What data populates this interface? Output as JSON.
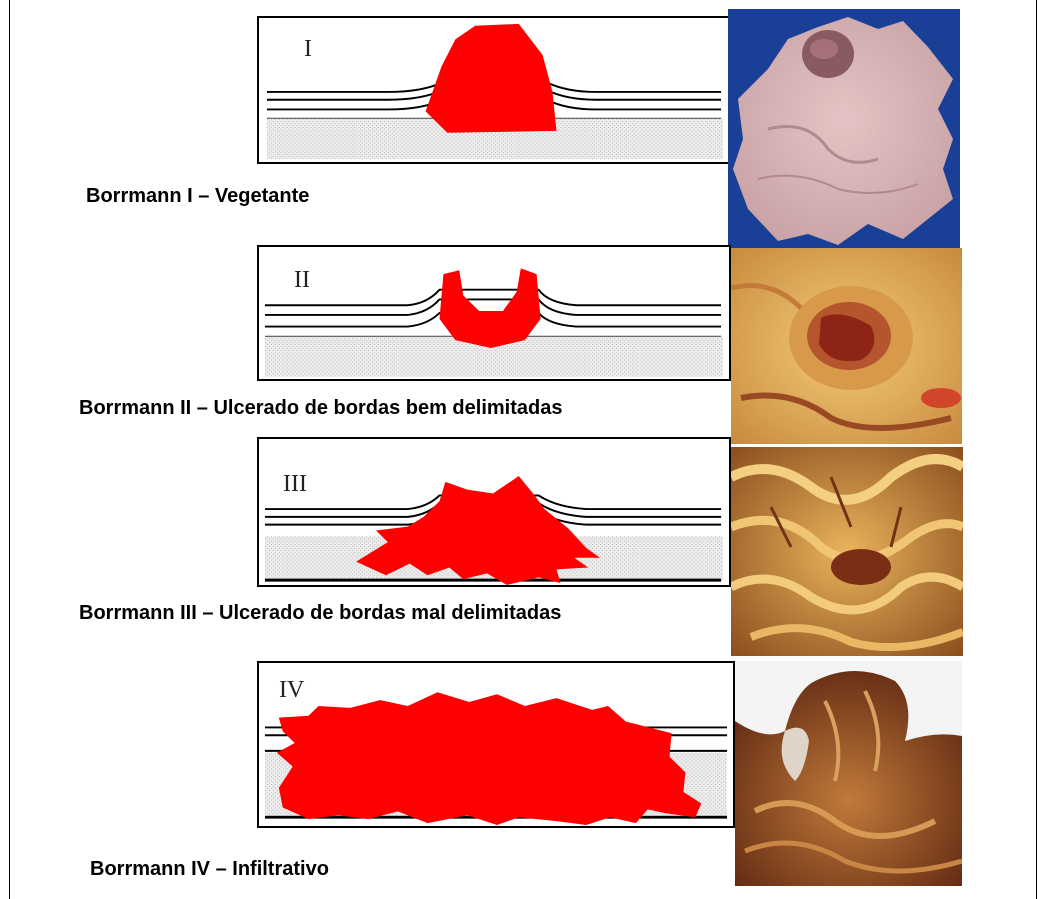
{
  "colors": {
    "tumor": "#ff0000",
    "submucosa": "#e3e3e3",
    "line": "#000000"
  },
  "panels": [
    {
      "numeral": "I",
      "caption": "Borrmann I – Vegetante",
      "photo_icon": "stomach-specimen-polypoid"
    },
    {
      "numeral": "II",
      "caption": "Borrmann II – Ulcerado de bordas bem delimitadas",
      "photo_icon": "stomach-specimen-ulcer"
    },
    {
      "numeral": "III",
      "caption": "Borrmann III – Ulcerado de bordas mal delimitadas",
      "photo_icon": "stomach-specimen-folds"
    },
    {
      "numeral": "IV",
      "caption": "Borrmann IV – Infiltrativo",
      "photo_icon": "stomach-specimen-infiltrative"
    }
  ]
}
